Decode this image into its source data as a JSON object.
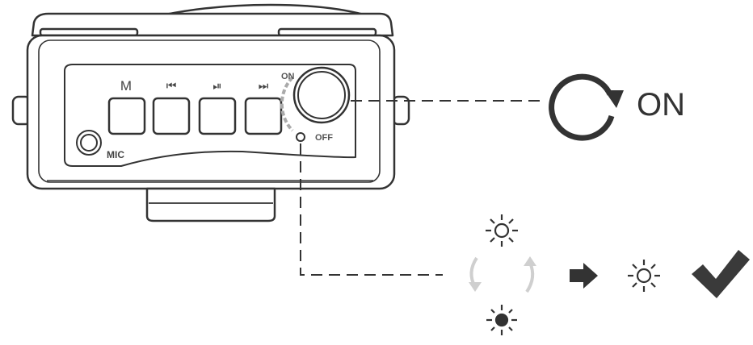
{
  "device": {
    "buttons": [
      {
        "label": "M",
        "icon": "mode-icon"
      },
      {
        "label": "⏮",
        "icon": "previous-track-icon"
      },
      {
        "label": "⏯",
        "icon": "play-pause-icon"
      },
      {
        "label": "⏭",
        "icon": "next-track-icon"
      }
    ],
    "mic_label": "MIC",
    "knob_on_label": "ON",
    "knob_off_label": "OFF"
  },
  "power_state": {
    "label": "ON",
    "icon": "rotate-clockwise-icon"
  },
  "indicator": {
    "blink_icons": [
      "light-bright-icon",
      "light-dim-icon"
    ],
    "cycle_icons": [
      "cycle-arrow-left-icon",
      "cycle-arrow-right-icon"
    ],
    "arrow_icon": "arrow-right-icon",
    "steady_icon": "light-steady-icon",
    "done_icon": "checkmark-icon"
  },
  "colors": {
    "outline": "#333333",
    "light_gray": "#d0d0d0",
    "icon_dark": "#3a3a3a"
  }
}
